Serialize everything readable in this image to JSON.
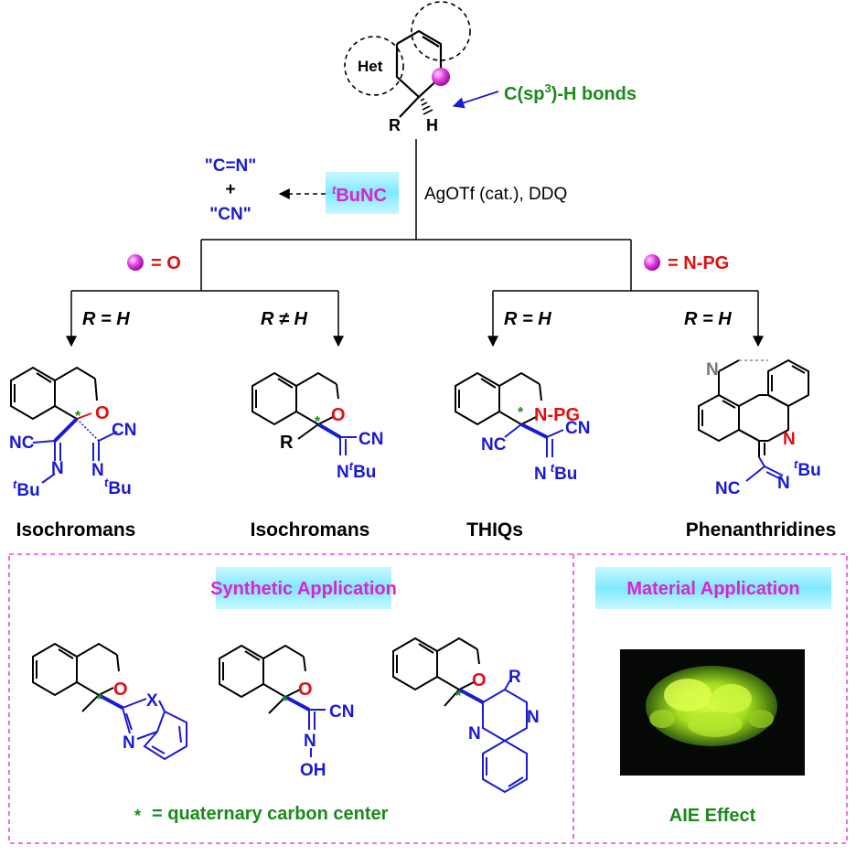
{
  "top": {
    "het_label": "Het",
    "r_label": "R",
    "h_label": "H",
    "bond_label_pre": "C(sp",
    "bond_label_sup": "3",
    "bond_label_post": ")-H bonds"
  },
  "reagents": {
    "cn_double": "\"C=N\"",
    "plus": "+",
    "cn": "\"CN\"",
    "isocyanide_pre": "t",
    "isocyanide_main": "BuNC",
    "conditions": "AgOTf (cat.), DDQ"
  },
  "branches": {
    "left_eq": "= O",
    "right_eq": "= N-PG",
    "cond1": "R = H",
    "cond2": "R ≠ H",
    "cond3": "R = H",
    "cond4": "R = H"
  },
  "products": {
    "p1_name": "Isochromans",
    "p2_name": "Isochromans",
    "p3_name": "THIQs",
    "p4_name": "Phenanthridines"
  },
  "atoms": {
    "O": "O",
    "N": "N",
    "CN": "CN",
    "NC": "NC",
    "NPG": "N-PG",
    "R": "R",
    "X": "X",
    "OH": "OH",
    "tBu_t": "t",
    "tBu_main": "Bu",
    "star": "*"
  },
  "applications": {
    "synthetic_title": "Synthetic Application",
    "material_title": "Material Application",
    "quaternary_star": "*",
    "quaternary_text": "= quaternary carbon center",
    "aie": "AIE Effect"
  },
  "colors": {
    "blue": "#1a1ad6",
    "red": "#e01010",
    "green": "#1a8a1a",
    "magenta": "#e020d0",
    "cyan": "#9fefff",
    "dash_border": "#e050d0"
  }
}
